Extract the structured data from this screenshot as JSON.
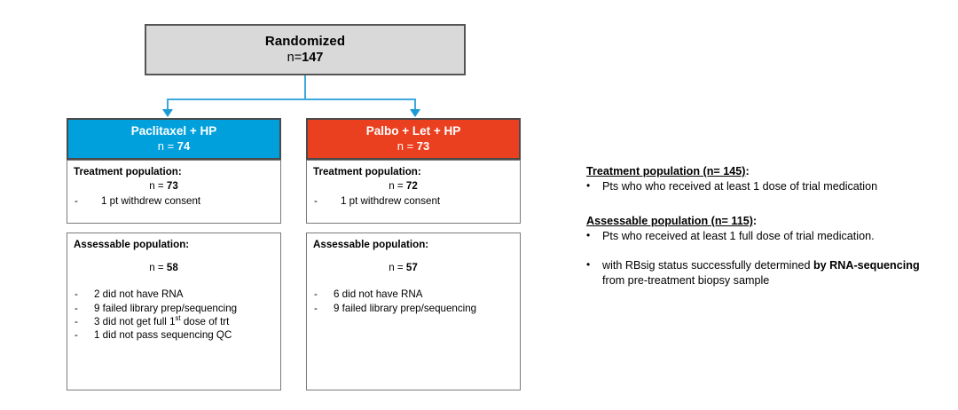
{
  "colors": {
    "arm_left": "#00a0dd",
    "arm_right": "#ea4020",
    "top_box": "#d9d9d9",
    "connector": "#3fa8dd"
  },
  "top_box": {
    "title": "Randomized",
    "n_label": "n=",
    "n_value": "147"
  },
  "arms": [
    {
      "header_title": "Paclitaxel + HP",
      "header_n_label": "n = ",
      "header_n_value": "74",
      "treatment": {
        "title": "Treatment population:",
        "n_label": "n = ",
        "n_value": "73",
        "bullets": [
          "1 pt withdrew consent"
        ]
      },
      "assessable": {
        "title": "Assessable population:",
        "n_label": "n = ",
        "n_value": "58",
        "bullets": [
          "2 did not have RNA",
          "9 failed library prep/sequencing",
          "3 did not get full 1st dose of trt",
          "1 did not pass sequencing QC"
        ]
      }
    },
    {
      "header_title": "Palbo + Let + HP",
      "header_n_label": "n = ",
      "header_n_value": "73",
      "treatment": {
        "title": "Treatment population:",
        "n_label": "n = ",
        "n_value": "72",
        "bullets": [
          "1 pt withdrew consent"
        ]
      },
      "assessable": {
        "title": "Assessable population:",
        "n_label": "n = ",
        "n_value": "57",
        "bullets": [
          "6 did not have RNA",
          "9 failed library prep/sequencing"
        ]
      }
    }
  ],
  "legend": {
    "treatment_heading_underlined": "Treatment population (n= 145)",
    "treatment_heading_colon": ":",
    "treatment_items": [
      "Pts who who received at least 1 dose of trial medication"
    ],
    "assessable_heading_underlined": "Assessable population (n= 115)",
    "assessable_heading_colon": ":",
    "assessable_items": [
      "Pts who received at least 1 full dose of trial medication.",
      "with RBsig status successfully determined by RNA-sequencing from pre-treatment biopsy sample"
    ],
    "bullet_glyph": "•",
    "dash_glyph": "-"
  }
}
